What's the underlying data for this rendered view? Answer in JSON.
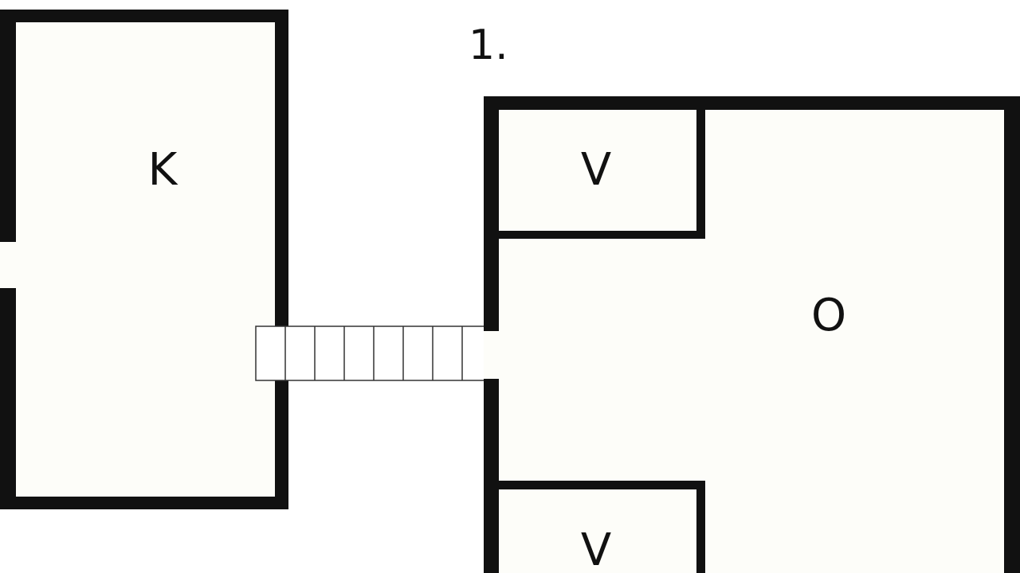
{
  "diagram": {
    "number": "1.",
    "rooms": {
      "k": "K",
      "o": "O",
      "v_top": "V",
      "v_bottom": "V"
    },
    "colors": {
      "wall": "#111111",
      "floor": "#fdfdf9",
      "background": "#ffffff",
      "stair_line": "#333333"
    }
  }
}
